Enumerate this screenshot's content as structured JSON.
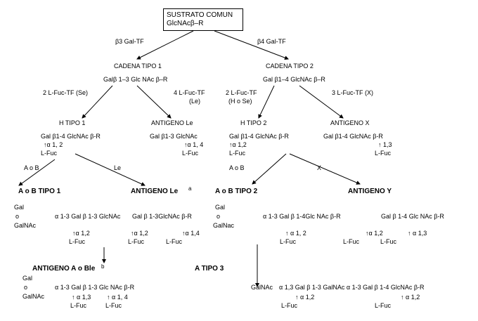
{
  "root": {
    "title": "SUSTRATO COMUN",
    "formula": "GlcNAcβ–R"
  },
  "edges": {
    "b3": "β3 Gal-TF",
    "b4": "β4 Gal-TF",
    "fuc_se": "2 L-Fuc-TF (Se)",
    "fuc_le": "4 L-Fuc-TF",
    "fuc_le2": "(Le)",
    "fuc_hse": "2 L-Fuc-TF",
    "fuc_hse2": "(H o Se)",
    "fuc_x": "3 L-Fuc-TF (X)",
    "aob1": "A o B",
    "le": "Le",
    "aob2": "A o B",
    "x": "X"
  },
  "nodes": {
    "c1": {
      "title": "CADENA TIPO 1",
      "formula": "Galβ 1–3  Glc NAc  β–R"
    },
    "c2": {
      "title": "CADENA TIPO 2",
      "formula": "Gal β1–4   GlcNAc β–R"
    },
    "h1": {
      "title": "H TIPO 1",
      "formula": "Gal β1-4  GlcNAc  β-R",
      "link": "↑α  1, 2",
      "fuc": "L-Fuc"
    },
    "lea": {
      "title": "ANTIGENO Le",
      "formula": "Gal  β1-3  GlcNAc",
      "link": "↑α  1, 4",
      "fuc": "L-Fuc"
    },
    "h2": {
      "title": "H TIPO 2",
      "formula": "Gal β1-4   GlcNAc  β-R",
      "link": "↑α 1,2",
      "fuc": "L-Fuc"
    },
    "agx": {
      "title": "ANTIGENO X",
      "formula": "Gal  β1-4   GlcNAc  β-R",
      "link": "↑ 1,3",
      "fuc": "L-Fuc"
    }
  },
  "aob1": {
    "title": "A o B TIPO 1",
    "gal": "Gal",
    "o": "o",
    "galnac": "GalNAc",
    "formula": "α 1-3  Gal  β 1-3  GlcNAc",
    "link": "↑α 1,2",
    "fuc": "L-Fuc"
  },
  "leab": {
    "title": "ANTIGENO Le",
    "sup": "a",
    "formula": "Gal  β 1-3GlcNAc  β-R",
    "link1": "↑α 1,2",
    "fuc1": "L-Fuc",
    "link2": "↑α 1,4",
    "fuc2": "L-Fuc"
  },
  "aob2": {
    "title": "A o B TIPO 2",
    "gal": "Gal",
    "o": "o",
    "galnac": "GalNac",
    "formula": "α 1-3  Gal  β 1-4Glc NAc  β-R",
    "link": "↑ α  1, 2",
    "fuc": "L-Fuc"
  },
  "agy": {
    "title": "ANTIGENO Y",
    "formula": "Gal  β 1-4  Glc NAc  β-R",
    "link1": "↑α 1,2",
    "fuc1": "L-Fuc",
    "link2": "↑ α 1,3",
    "fuc2": "L-Fuc"
  },
  "aoble": {
    "title": "ANTIGENO A o Ble",
    "sup": "b",
    "gal": "Gal",
    "o": "o",
    "galnac": "GalNAc",
    "formula": "α 1-3  Gal  β 1-3  Glc NAc   β-R",
    "link1": "↑  α 1,3",
    "fuc1": "L-Fuc",
    "link2": "↑  α 1, 4",
    "fuc2": "L-Fuc"
  },
  "atipo3": {
    "title": "A TIPO 3",
    "galnac": "GalNAc",
    "formula": "α 1,3  Gal  β 1-3  GalNAc  α 1-3  Gal  β 1-4  GlcNAc  β-R",
    "link1": "↑  α 1,2",
    "fuc1": "L-Fuc",
    "link2": "↑ α 1,2",
    "fuc2": "L-Fuc"
  }
}
